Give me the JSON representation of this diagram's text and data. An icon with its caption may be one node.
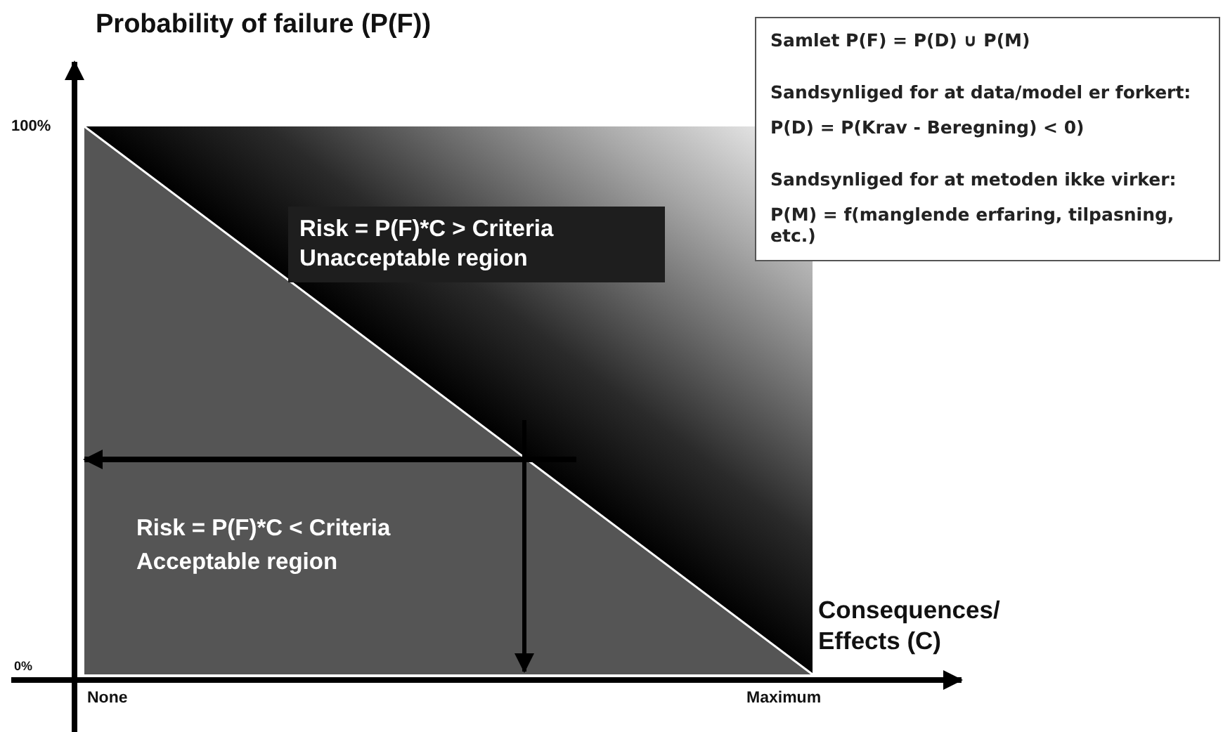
{
  "diagram": {
    "nodes": [
      {
        "text": [
          "Risk = P(F)*C > Criteria",
          "Unacceptable region"
        ]
      },
      {
        "text": [
          "Risk = P(F)*C < Criteria",
          "Acceptable region"
        ]
      },
      {
        "text": [
          "Samlet P(F) = P(D) ∪ P(M)",
          "Sandsynliged for at data/model er forkert:",
          "P(D) = P(Krav - Beregning) < 0)",
          "Sandsynliged for at metoden ikke virker:",
          "P(M) = f(manglende erfaring, tilpasning, etc.)"
        ]
      }
    ],
    "labels": [
      "Probability of failure (P(F))",
      "100%",
      "0%",
      "None",
      "Maximum",
      "Consequences/ Effects (C)"
    ]
  }
}
